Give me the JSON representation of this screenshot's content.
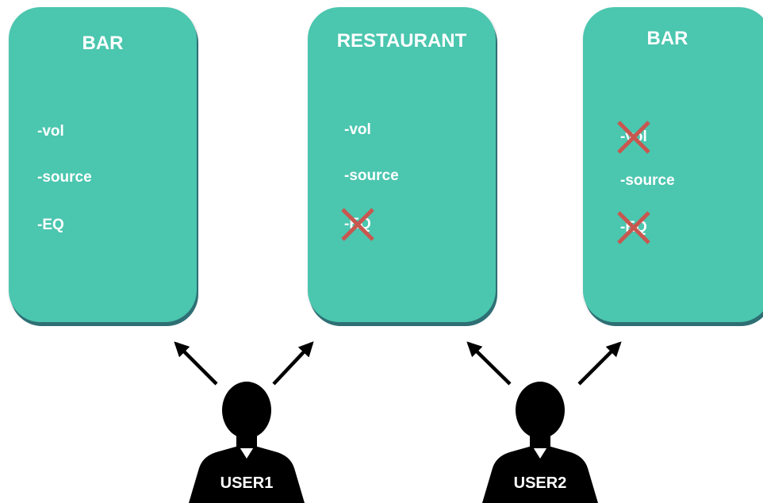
{
  "colors": {
    "card": "#4bc6af",
    "card_shadow": "#2e6f74",
    "strike": "#c8574f",
    "user": "#000000",
    "arrow": "#000000"
  },
  "cards": [
    {
      "title": "BAR",
      "features": [
        {
          "label": "-vol",
          "struck": false
        },
        {
          "label": "-source",
          "struck": false
        },
        {
          "label": "-EQ",
          "struck": false
        }
      ]
    },
    {
      "title": "RESTAURANT",
      "features": [
        {
          "label": "-vol",
          "struck": false
        },
        {
          "label": "-source",
          "struck": false
        },
        {
          "label": "-EQ",
          "struck": true
        }
      ]
    },
    {
      "title": "BAR",
      "features": [
        {
          "label": "-vol",
          "struck": true
        },
        {
          "label": "-source",
          "struck": false
        },
        {
          "label": "-EQ",
          "struck": true
        }
      ]
    }
  ],
  "users": [
    {
      "label": "USER1",
      "icon": "person-silhouette-icon",
      "points_to": [
        0,
        1
      ]
    },
    {
      "label": "USER2",
      "icon": "person-silhouette-icon",
      "points_to": [
        1,
        2
      ]
    }
  ]
}
